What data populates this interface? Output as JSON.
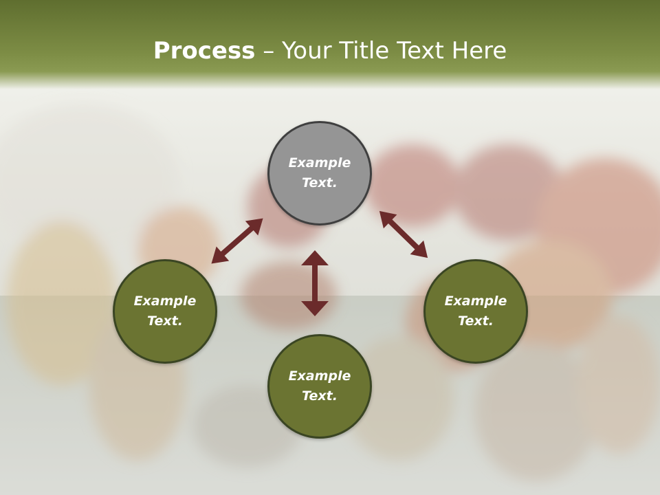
{
  "slide": {
    "title_bold": "Process",
    "title_rest": " – Your Title Text Here"
  },
  "nodes": [
    {
      "label": "Example Text.",
      "color": "#959595"
    },
    {
      "label": "Example Text.",
      "color": "#6b7432"
    },
    {
      "label": "Example Text.",
      "color": "#6b7432"
    },
    {
      "label": "Example Text.",
      "color": "#6b7432"
    }
  ],
  "colors": {
    "title_band": "#6b7a38",
    "arrow": "#6b2b2b",
    "node_border": "#3a4523"
  },
  "background": "football-scrimmage-photo"
}
